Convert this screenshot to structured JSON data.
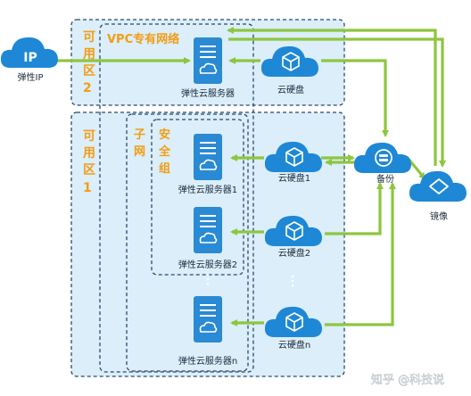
{
  "labels": {
    "eip": "IP",
    "eip_caption": "弹性IP",
    "vpc": "VPC专有网络",
    "az2": [
      "可",
      "用",
      "区",
      "2"
    ],
    "az1": [
      "可",
      "用",
      "区",
      "1"
    ],
    "subnet": [
      "子",
      "网"
    ],
    "secgroup": [
      "安",
      "全",
      "组"
    ],
    "ecs_top": "弹性云服务器",
    "ecs1": "弹性云服务器1",
    "ecs2": "弹性云服务器2",
    "ecsn": "弹性云服务器n",
    "disk_top": "云硬盘",
    "disk1": "云硬盘1",
    "disk2": "云硬盘2",
    "diskn": "云硬盘n",
    "backup": "备份",
    "image": "镜像",
    "watermark": "知乎 @科技说"
  },
  "colors": {
    "arrow": "#8dc63f",
    "cloud": "#1e88d6",
    "server": "#2a8ad4",
    "zone_fill": "#dbeefa",
    "dash": "#2a4a66",
    "label_orange": "#f39c12"
  }
}
